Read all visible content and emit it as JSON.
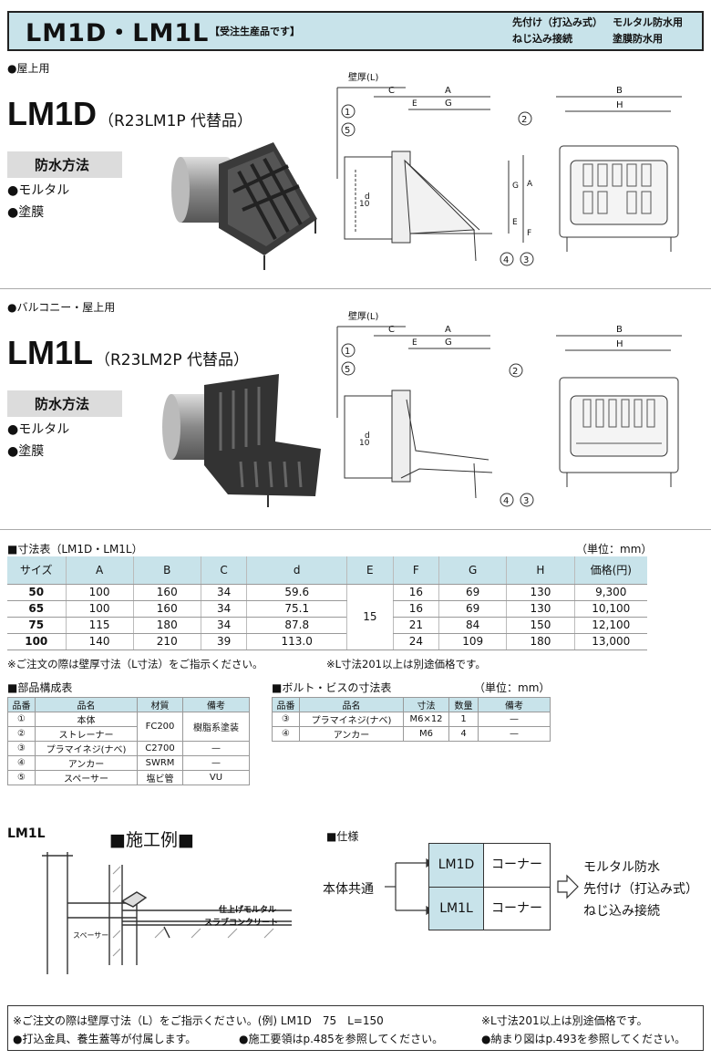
{
  "header": {
    "title": "LM1D・LM1L",
    "subtitle": "【受注生産品です】",
    "right_lines": [
      [
        "先付け（打込み式）",
        "モルタル防水用"
      ],
      [
        "ねじ込み接続",
        "塗膜防水用"
      ]
    ]
  },
  "products": [
    {
      "usage": "●屋上用",
      "name": "LM1D",
      "alt": "（R23LM1P 代替品）",
      "method_title": "防水方法",
      "methods": [
        "●モルタル",
        "●塗膜"
      ]
    },
    {
      "usage": "●バルコニー・屋上用",
      "name": "LM1L",
      "alt": "（R23LM2P 代替品）",
      "method_title": "防水方法",
      "methods": [
        "●モルタル",
        "●塗膜"
      ]
    }
  ],
  "drawing_labels": {
    "wall": "壁厚(L)",
    "dims": [
      "C",
      "A",
      "E",
      "G",
      "B",
      "H",
      "F",
      "d",
      "10"
    ],
    "parts": [
      "①",
      "②",
      "③",
      "④",
      "⑤"
    ]
  },
  "dim_table": {
    "caption": "■寸法表（LM1D・LM1L）",
    "unit": "（単位：mm）",
    "headers": [
      "サイズ",
      "A",
      "B",
      "C",
      "d",
      "E",
      "F",
      "G",
      "H",
      "価格(円)"
    ],
    "rows": [
      [
        "50",
        "100",
        "160",
        "34",
        "59.6",
        "16",
        "69",
        "130",
        "9,300"
      ],
      [
        "65",
        "100",
        "160",
        "34",
        "75.1",
        "16",
        "69",
        "130",
        "10,100"
      ],
      [
        "75",
        "115",
        "180",
        "34",
        "87.8",
        "21",
        "84",
        "150",
        "12,100"
      ],
      [
        "100",
        "140",
        "210",
        "39",
        "113.0",
        "24",
        "109",
        "180",
        "13,000"
      ]
    ],
    "e_common": "15",
    "notes": [
      "※ご注文の際は壁厚寸法（L寸法）をご指示ください。",
      "※L寸法201以上は別途価格です。"
    ]
  },
  "parts_table": {
    "caption": "■部品構成表",
    "headers": [
      "品番",
      "品名",
      "材質",
      "備考"
    ],
    "rows": [
      [
        "①",
        "本体"
      ],
      [
        "②",
        "ストレーナー"
      ],
      [
        "③",
        "プラマイネジ(ナベ)",
        "C2700",
        "—"
      ],
      [
        "④",
        "アンカー",
        "SWRM",
        "—"
      ],
      [
        "⑤",
        "スペーサー",
        "塩ビ管",
        "VU"
      ]
    ],
    "merged_material": "FC200",
    "merged_note": "樹脂系塗装"
  },
  "bolt_table": {
    "caption": "■ボルト・ビスの寸法表",
    "unit": "（単位：mm）",
    "headers": [
      "品番",
      "品名",
      "寸法",
      "数量",
      "備考"
    ],
    "rows": [
      [
        "③",
        "プラマイネジ(ナベ)",
        "M6×12",
        "1",
        "—"
      ],
      [
        "④",
        "アンカー",
        "M6",
        "4",
        "—"
      ]
    ]
  },
  "construction": {
    "model": "LM1L",
    "title": "■施工例■",
    "labels": [
      "仕上げモルタル",
      "スラブコンクリート",
      "スペーサー"
    ]
  },
  "spec": {
    "caption": "■仕様",
    "common": "本体共通",
    "models": [
      "LM1D",
      "LM1L"
    ],
    "type": "コーナー",
    "features": [
      "モルタル防水",
      "先付け（打込み式）",
      "ねじ込み接続"
    ]
  },
  "footer": {
    "line1": [
      "※ご注文の際は壁厚寸法（L）をご指示ください。(例) LM1D　75　L=150",
      "※L寸法201以上は別途価格です。"
    ],
    "line2": [
      "●打込金具、養生蓋等が付属します。",
      "●施工要領はp.485を参照してください。",
      "●納まり図はp.493を参照してください。"
    ]
  },
  "colors": {
    "accent": "#c8e3ea",
    "border": "#222222"
  }
}
